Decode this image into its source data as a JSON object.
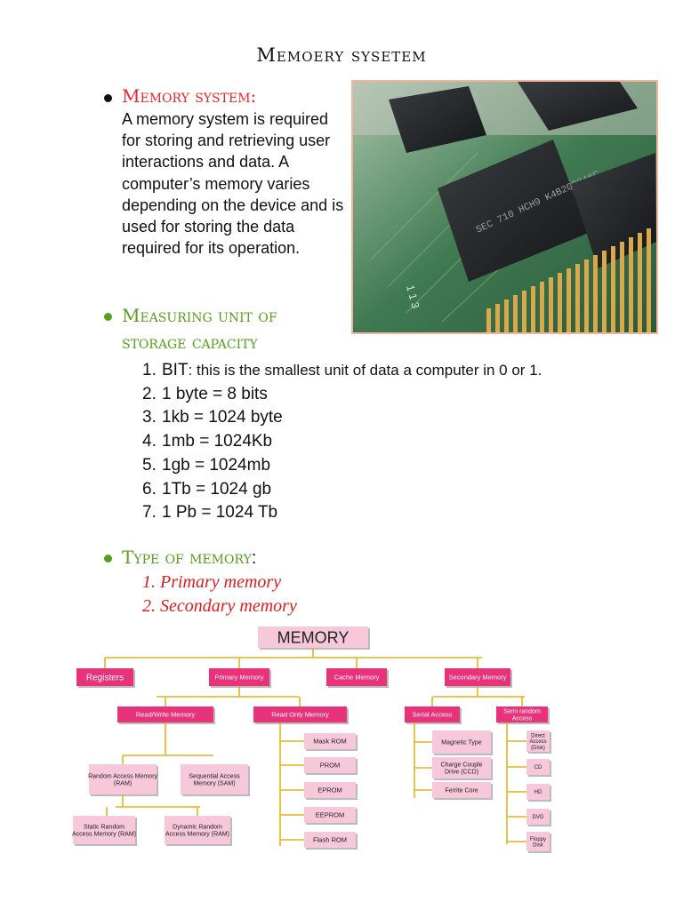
{
  "page": {
    "title": "Memoery sysetem"
  },
  "section1": {
    "heading": "Memory system:",
    "paragraph": "A memory system is required for storing and retrieving user interactions and data. A computer’s memory varies depending on the device and is used for storing the data required for its operation."
  },
  "photo": {
    "chip_text": "SEC 710 HCH9 K4B2G0846C",
    "board_text": "1 1 3"
  },
  "section2": {
    "heading_line1": "Measuring unit of",
    "heading_line2": "storage capacity",
    "items": [
      {
        "num": "1.",
        "label": "BIT",
        "text": ": this is the smallest unit of data a computer in 0 or 1."
      },
      {
        "num": "2.",
        "text": "1 byte = 8 bits"
      },
      {
        "num": "3.",
        "text": "1kb = 1024 byte"
      },
      {
        "num": "4.",
        "text": "1mb = 1024Kb"
      },
      {
        "num": "5.",
        "text": "1gb = 1024mb"
      },
      {
        "num": "6.",
        "text": "1Tb = 1024 gb"
      },
      {
        "num": "7.",
        "text": "1 Pb = 1024 Tb"
      }
    ]
  },
  "section3": {
    "heading": "Type of memory",
    "colon": ":",
    "types": [
      "1. Primary memory",
      "2. Secondary memory"
    ]
  },
  "diagram": {
    "root": "MEMORY",
    "level1": [
      "Registers",
      "Primary Memory",
      "Cache Memory",
      "Secondary Memory"
    ],
    "primary_children": [
      "Read/Write Memory",
      "Read Only Memory"
    ],
    "rw_children": [
      "Random Access Memory (RAM)",
      "Sequential Access Memory (SAM)"
    ],
    "ram_children": [
      "Static Random Access Memory (RAM)",
      "Dynamic Random Access Memory (RAM)"
    ],
    "rom_children": [
      "Mask ROM",
      "PROM",
      "EPROM",
      "EEPROM",
      "Flash ROM"
    ],
    "secondary_children": [
      "Serial Access",
      "Semi random Access"
    ],
    "serial_children": [
      "Magnetic Type",
      "Charge Couple Drive (CCD)",
      "Ferrite Core"
    ],
    "semi_children": [
      "Direct Access (Disk)",
      "CD",
      "HD",
      "DVD",
      "Floppy Disk"
    ],
    "colors": {
      "dark_pink": "#e8327a",
      "light_pink": "#f7c8da",
      "line": "#e7b21b"
    }
  }
}
